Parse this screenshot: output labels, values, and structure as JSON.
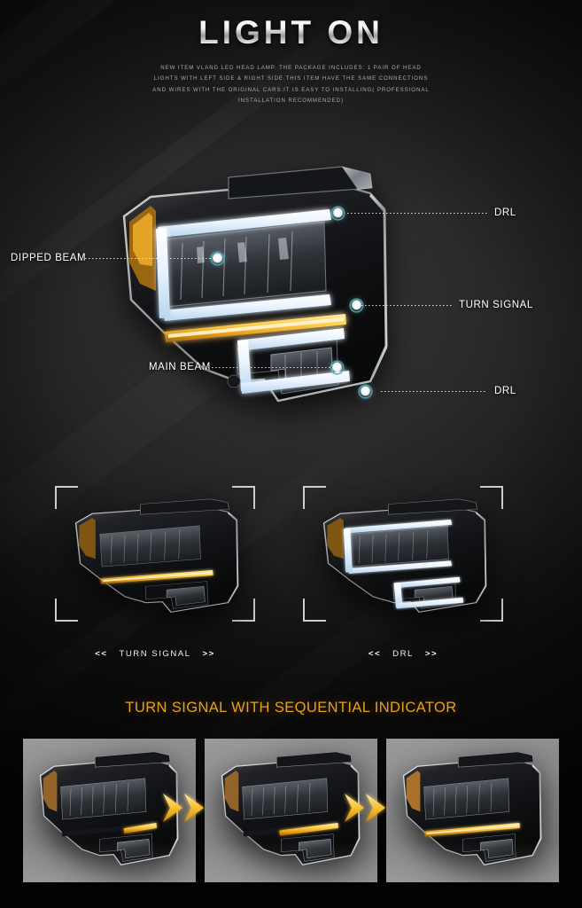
{
  "header": {
    "title": "LIGHT  ON",
    "description": "NEW ITEM VLAND LED HEAD LAMP. THE PACKAGE INCLUDES: 1 PAIR OF HEAD LIGHTS WITH LEFT SIDE & RIGHT SIDE.THIS ITEM HAVE THE SAME CONNECTIONS AND WIRES WITH THE ORIGINAL CARS.IT IS EASY TO INSTALLING( PROFESSIONAL INSTALLATION RECOMMENDED)"
  },
  "hero": {
    "annotations": [
      {
        "id": "drl-top",
        "label": "DRL"
      },
      {
        "id": "dipped-beam",
        "label": "DIPPED BEAM"
      },
      {
        "id": "turn-signal",
        "label": "TURN SIGNAL"
      },
      {
        "id": "main-beam",
        "label": "MAIN BEAM"
      },
      {
        "id": "drl-bottom",
        "label": "DRL"
      }
    ]
  },
  "mid": {
    "left": {
      "caption": "TURN SIGNAL",
      "arrow_left": "<<",
      "arrow_right": ">>",
      "mode": "turn-signal"
    },
    "right": {
      "caption": "DRL",
      "arrow_left": "<<",
      "arrow_right": ">>",
      "mode": "drl"
    }
  },
  "sequential": {
    "heading": "TURN SIGNAL WITH SEQUENTIAL INDICATOR",
    "steps": [
      {
        "fill": 0.3
      },
      {
        "fill": 0.62
      },
      {
        "fill": 1.0
      }
    ]
  },
  "colors": {
    "amber": "#e8a019",
    "amber_bright": "#f0b020",
    "led_white": "#eaf4ff",
    "panel_gray": "#8c8c8c",
    "text": "#ffffff"
  }
}
